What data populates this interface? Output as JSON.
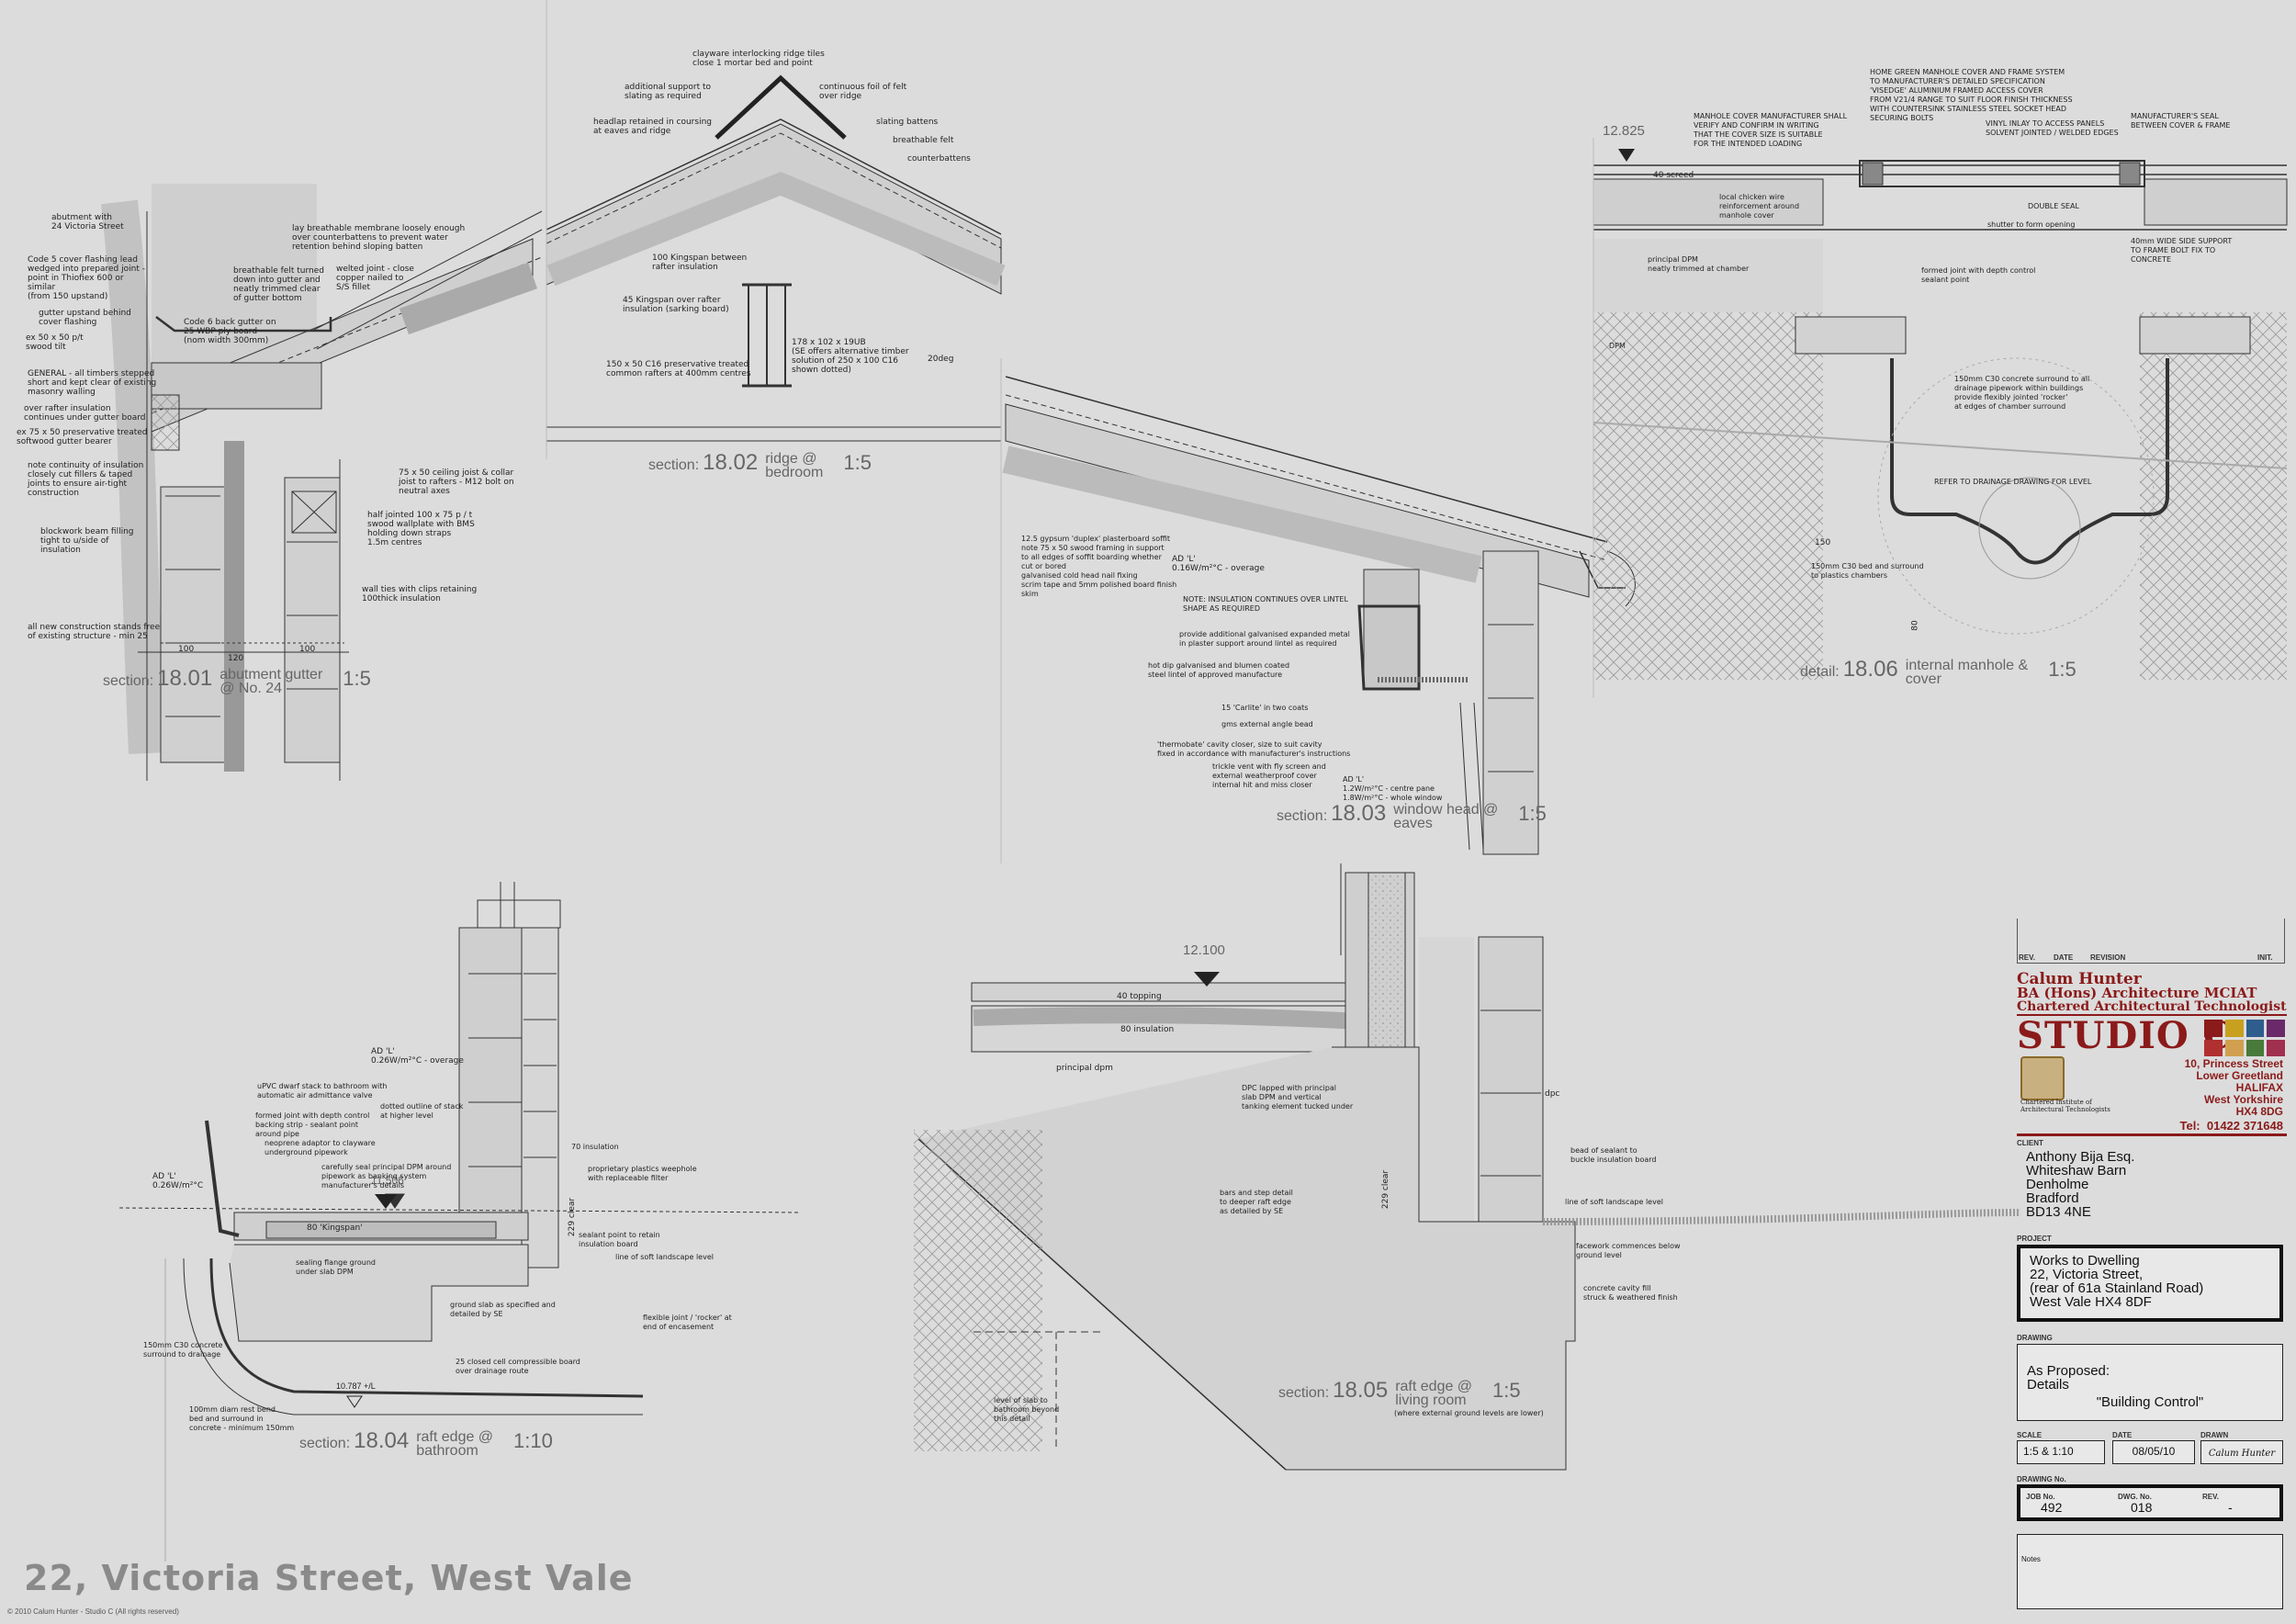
{
  "sheet_title": "22, Victoria Street, West Vale",
  "copyright": "© 2010 Calum Hunter - Studio C (All rights reserved)",
  "details": [
    {
      "label": "section:",
      "number": "18.01",
      "name": "abutment gutter\n@ No. 24",
      "scale": "1:5"
    },
    {
      "label": "section:",
      "number": "18.02",
      "name": "ridge @\nbedroom",
      "scale": "1:5"
    },
    {
      "label": "section:",
      "number": "18.03",
      "name": "window head @\neaves",
      "scale": "1:5"
    },
    {
      "label": "detail:",
      "number": "18.06",
      "name": "internal manhole &\ncover",
      "scale": "1:5"
    },
    {
      "label": "section:",
      "number": "18.04",
      "name": "raft edge @\nbathroom",
      "scale": "1:10"
    },
    {
      "label": "section:",
      "number": "18.05",
      "name": "raft edge @\nliving room",
      "scale": "1:5",
      "note": "(where external ground levels are lower)"
    }
  ],
  "levels": [
    "12.825",
    "12.100",
    "11.506",
    "10.787 +/L"
  ],
  "dims": [
    "100",
    "120",
    "100",
    "150",
    "80",
    "229 clear",
    "229 clear"
  ],
  "notes_1801": [
    "abutment with\n24 Victoria Street",
    "Code 5 cover flashing lead\nwedged into prepared joint -\npoint in Thiofiex 600 or\nsimilar\n(from 150 upstand)",
    "gutter upstand behind\ncover flashing",
    "ex 50 x 50 p/t\nsw­ood tilt",
    "GENERAL - all timbers stepped\nshort and kept clear of existing\nmasonry walling",
    "over rafter insulation\ncontinues under gutter board",
    "ex 75 x 50 preservative treated\nsoftwood gutter bearer",
    "note continuity of insulation\nclosely cut fillers & taped\njoints to ensure air-tight\nconstruction",
    "blockwork beam filling\ntight to u/side of\ninsulation",
    "all new construction stands free\nof existing structure - min 25",
    "lay breathable membrane loosely enough\nover counterbattens to prevent water\nretention behind sloping batten",
    "breathable felt turned\ndown into gutter and\nneatly trimmed clear\nof gutter bottom",
    "welted joint - close\ncopper nailed to\nS/S fillet",
    "Code 6 back gutter on\n25 WBP ply board\n(nom width 300mm)",
    "75 x 50 ceiling joist & collar\njoist to rafters - M12 bolt on\nneutral axes",
    "half jointed 100 x 75 p / t\nsw­ood wallplate with BMS\nholding down straps\n1.5m centres",
    "wall ties with clips retaining\n100thick insulation"
  ],
  "notes_1802": [
    "clayware interlocking ridge tiles\nclose 1 mortar bed and point",
    "additional support to\nslating as required",
    "continuous foil of felt\nover ridge",
    "headlap retained in coursing\nat eaves and ridge",
    "slating battens",
    "breathable felt",
    "counterbattens",
    "100 Kingspan between\nrafter insulation",
    "45 Kingspan over rafter\ninsulation (sarking board)",
    "150 x 50 C16 preservative treated\ncommon rafters at 400mm centres",
    "178 x 102 x 19UB\n(SE offers alternative timber\nsolution of 250 x 100 C16\nshown dotted)",
    "20deg"
  ],
  "notes_1803": [
    "12.5 gypsum 'duplex' plasterboard soffit\nnote 75 x 50 sw­ood framing in support\nto all edges of soffit boarding whether\ncut or bored\ngalvanised cold head nail fixing\nscrim tape and 5mm polished board finish\nskim",
    "AD 'L'\n0.16W/m²°C - overage",
    "NOTE: INSULATION CONTINUES OVER LINTEL\nSHAPE AS REQUIRED",
    "provide additional galvanised expanded metal\nin plaster support around lintel as required",
    "hot dip galvanised and blumen coated\nsteel lintel of approved manufacture",
    "15 'Carlite' in two coats",
    "gms external angle bead",
    "'thermobate' cavity closer, size to suit cavity\nfixed in accordance with manufacturer's instructions",
    "trickle vent with fly screen and\nexternal weatherproof cover\ninternal hit and miss closer",
    "AD 'L'\n1.2W/m²°C - centre pane\n1.8W/m²°C - whole window"
  ],
  "notes_1806": [
    "HOME GREEN MANHOLE COVER AND FRAME SYSTEM\nTO MANUFACTURER'S DETAILED SPECIFICATION\n'VISEDGE' ALUMINIUM FRAMED ACCESS COVER\nFROM V21/4 RANGE TO SUIT FLOOR FINISH THICKNESS\nWITH COUNTERSINK STAINLESS STEEL SOCKET HEAD\nSECURING BOLTS",
    "MANHOLE COVER MANUFACTURER SHALL\nVERIFY AND CONFIRM IN WRITING\nTHAT THE COVER SIZE IS SUITABLE\nFOR THE INTENDED LOADING",
    "VINYL INLAY TO ACCESS PANELS\nSOLVENT JOINTED / WELDED EDGES",
    "MANUFACTURER'S SEAL\nBETWEEN COVER & FRAME",
    "40 screed",
    "local chicken wire\nreinforcement around\nmanhole cover",
    "DOUBLE SEAL",
    "shutter to form opening",
    "40mm WIDE SIDE SUPPORT\nTO FRAME BOLT FIX TO\nCONCRETE",
    "principal DPM\nneatly trimmed at chamber",
    "formed joint with depth control\nsealant point",
    "DPM",
    "150mm C30 concrete surround to all\ndrainage pipework within buildings\nprovide flexibly jointed 'rocker'\nat edges of chamber surround",
    "REFER TO DRAINAGE DRAWING FOR LEVEL",
    "150mm C30 bed and surround\nto plastics chambers"
  ],
  "notes_1804": [
    "AD 'L'\n0.26W/m²°C - overage",
    "uPVC dwarf stack to bathroom with\nautomatic air admittance valve",
    "dotted outline of stack\nat higher level",
    "formed joint with depth control\nbacking strip - sealant point\naround pipe",
    "neoprene adaptor to clayware\nunderground pipework",
    "carefully seal principal DPM around\npipework as banking system\nmanufacturer's details",
    "70 insulation",
    "proprietary plastics weephole\nwith replaceable filter",
    "AD 'L'\n0.26W/m²°C",
    "80 'Kingspan'",
    "sealant point to retain\ninsulation board",
    "line of soft landscape level",
    "sealing flange ground\nunder slab DPM",
    "ground slab as specified and\ndetailed by SE",
    "flexible joint / 'rocker' at\nend of encasement",
    "150mm C30 concrete\nsurround to drainage",
    "25 closed cell compressible board\nover drainage route",
    "100mm diam rest bend\nbed and surround in\nconcrete - minimum 150mm"
  ],
  "notes_1805": [
    "40 topping",
    "80 insulation",
    "principal dpm",
    "DPC lapped with principal\nslab DPM and vertical\ntanking element tucked under",
    "dpc",
    "bars and step detail\nto deeper raft edge\nas detailed by SE",
    "bead of sealant to\nbuckle insulation board",
    "line of soft landscape level",
    "facework commences below\nground level",
    "concrete cavity fill\nstruck & weathered finish",
    "level of slab to\nbathroom beyond\nthis detail"
  ],
  "title_block": {
    "revision_headers": [
      "REV.",
      "DATE",
      "REVISION",
      "INIT."
    ],
    "architect_name": "Calum Hunter",
    "architect_quals": [
      "BA (Hons) Architecture MCIAT",
      "Chartered Architectural Technologist"
    ],
    "studio": "STUDIO C",
    "address": [
      "10, Princess Street",
      "Lower Greetland",
      "HALIFAX",
      "West Yorkshire",
      "HX4 8DG"
    ],
    "telephone": "Tel:  01422 371648",
    "institute": "Chartered Institute of\nArchitectural Technologists",
    "client_label": "CLIENT",
    "client": "Anthony Bija Esq.\nWhiteshaw Barn\nDenholme\nBradford\nBD13 4NE",
    "project_label": "PROJECT",
    "project": "Works to Dwelling\n22, Victoria Street,\n(rear of 61a Stainland Road)\nWest Vale HX4 8DF",
    "drawing_label": "DRAWING",
    "drawing": "As Proposed:\nDetails",
    "drawing_sub": "\"Building Control\"",
    "scale_label": "SCALE",
    "scale": "1:5 & 1:10",
    "date_label": "DATE",
    "date": "08/05/10",
    "drawn_label": "DRAWN",
    "drawn": "Calum Hunter",
    "drawing_no_label": "DRAWING No.",
    "job_label": "JOB No.",
    "job": "492",
    "dwg_label": "DWG. No.",
    "dwg": "018",
    "rev_label": "REV.",
    "rev": "-",
    "notes_label": "Notes",
    "logo_colors": [
      "#8b1a1a",
      "#c8a020",
      "#2e5e8e",
      "#6a2a6a",
      "#b03030",
      "#d0a050",
      "#4a7a3a",
      "#7a4a2a",
      "#a03050"
    ]
  }
}
